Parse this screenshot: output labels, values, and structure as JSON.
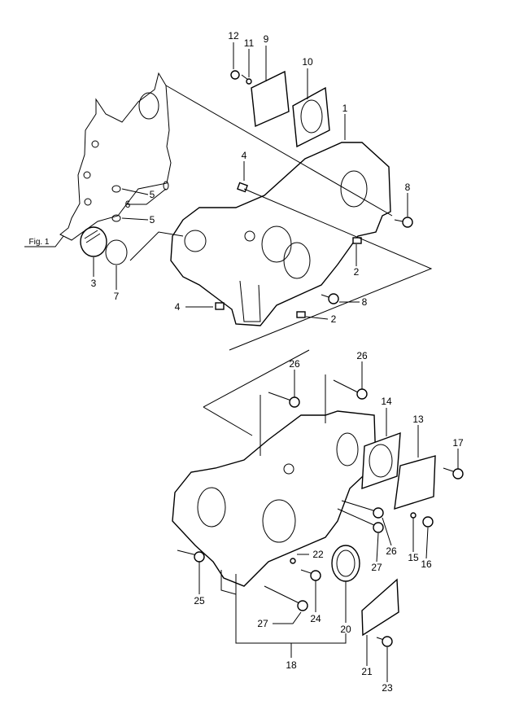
{
  "figure_ref": "Fig. 1",
  "callouts": [
    "12",
    "11",
    "9",
    "10",
    "1",
    "4",
    "8",
    "5",
    "6",
    "5",
    "3",
    "7",
    "2",
    "8",
    "4",
    "2",
    "26",
    "26",
    "14",
    "13",
    "17",
    "26",
    "15",
    "16",
    "27",
    "22",
    "25",
    "24",
    "20",
    "27",
    "18",
    "21",
    "23"
  ],
  "leader_color": "#000000",
  "accent_leader_color": "#3a3a8a"
}
